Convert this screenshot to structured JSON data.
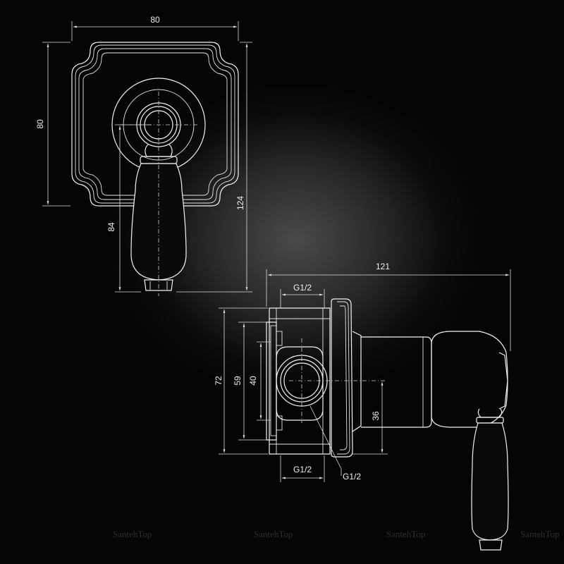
{
  "dimensions": {
    "top_width": "80",
    "top_height": "80",
    "handle_drop": "84",
    "total_height": "124",
    "overall_depth": "121",
    "port_top": "G1/2",
    "port_bottom": "G1/2",
    "port_side": "G1/2",
    "body_72": "72",
    "body_59": "59",
    "body_40": "40",
    "offset_36": "36"
  },
  "watermark": [
    "SantehTop",
    "SantehTop",
    "SantehTop",
    "SantehTop"
  ],
  "colors": {
    "line": "#f2f2f2",
    "background": "#000000"
  }
}
